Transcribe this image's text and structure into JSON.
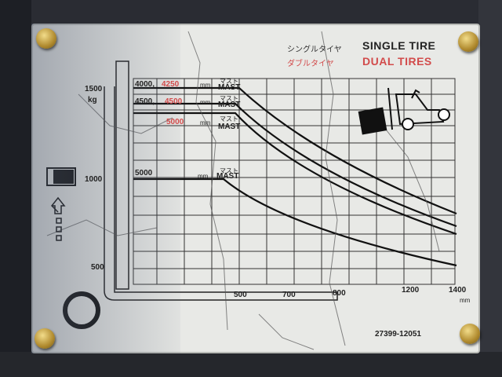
{
  "header": {
    "single_kana": "シングルタイヤ",
    "single_label": "SINGLE TIRE",
    "dual_kana": "ダブルタイヤ",
    "dual_label": "DUAL TIRES"
  },
  "capacity_rows": [
    {
      "mast_a": "4000,",
      "mast_b": "4250",
      "unit": "mm",
      "kana": "マスト",
      "mast": "MAST"
    },
    {
      "mast_a": "4500,",
      "mast_b": "4500",
      "unit": "mm",
      "kana": "マスト",
      "mast": "MAST"
    },
    {
      "mast_a": "",
      "mast_b": "5000",
      "unit": "mm",
      "kana": "マスト",
      "mast": "MAST"
    },
    {
      "mast_a": "5000",
      "mast_b": "",
      "unit": "mm",
      "kana": "マスト",
      "mast": "MAST"
    }
  ],
  "y_axis": {
    "labels": [
      "1500",
      "1000",
      "500"
    ],
    "unit": "kg"
  },
  "x_axis": {
    "labels": [
      "500",
      "700",
      "800",
      "1200",
      "1400"
    ],
    "unit": "mm"
  },
  "part_number": "27399-12051",
  "colors": {
    "plate": "#e8e9e6",
    "ink": "#222222",
    "accent_red": "#d24b4b",
    "rivet": "#c9a445"
  },
  "icons": [
    "forklift-icon",
    "load-center-icon",
    "up-arrow-icon",
    "wheel-icon"
  ]
}
